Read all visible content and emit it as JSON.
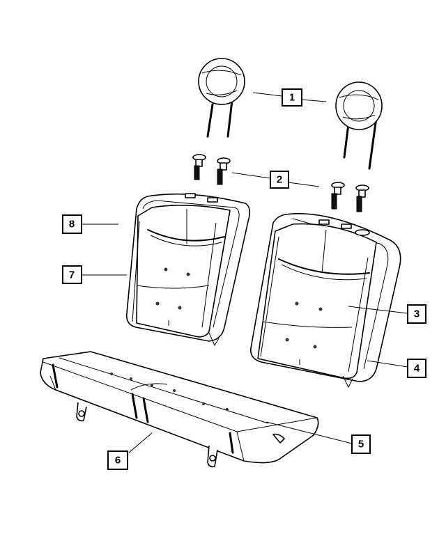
{
  "callouts": [
    {
      "label": "1",
      "part": "headrest"
    },
    {
      "label": "2",
      "part": "headrest-guide-sleeve"
    },
    {
      "label": "3",
      "part": "seat-back-cover-right"
    },
    {
      "label": "4",
      "part": "seat-back-frame-right"
    },
    {
      "label": "5",
      "part": "seat-cushion-cover"
    },
    {
      "label": "6",
      "part": "seat-cushion-frame"
    },
    {
      "label": "7",
      "part": "seat-back-cover-left"
    },
    {
      "label": "8",
      "part": "seat-back-frame-left"
    }
  ]
}
